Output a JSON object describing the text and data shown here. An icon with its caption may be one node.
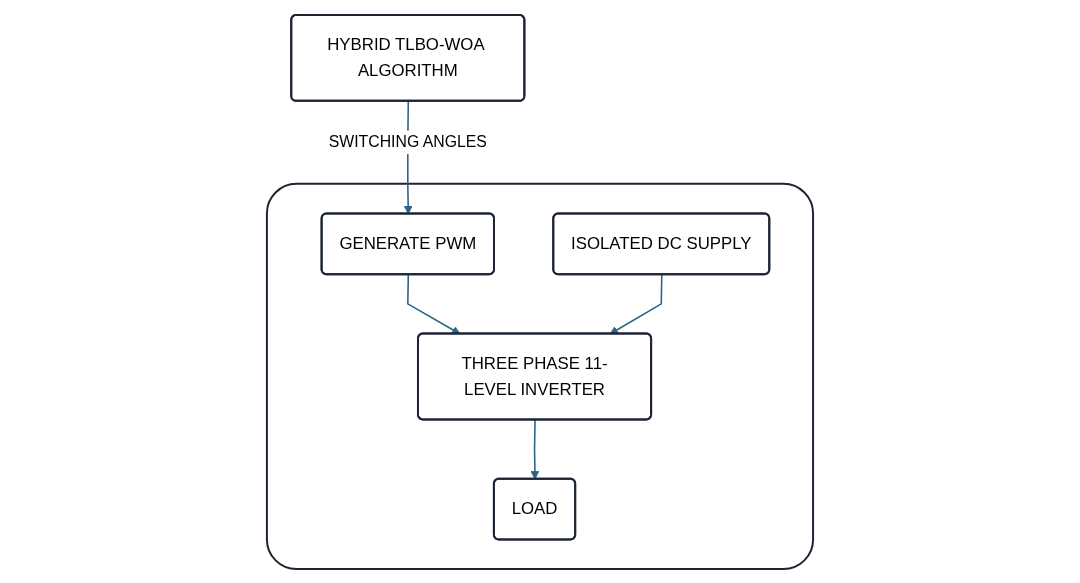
{
  "diagram": {
    "nodes": [
      {
        "text": [
          "HYBRID TLBO-WOA ALGORITHM"
        ]
      },
      {
        "text": [],
        "shape": "box"
      },
      {
        "text": [
          "GENERATE PWM"
        ],
        "in": 1
      },
      {
        "text": [
          "ISOLATED DC SUPPLY"
        ],
        "in": 1
      },
      {
        "text": [
          "THREE PHASE 11-LEVEL INVERTER"
        ],
        "in": 1
      },
      {
        "text": [
          "LOAD"
        ],
        "in": 1
      }
    ],
    "edges": [
      {
        "from": 0,
        "to": 2,
        "arrow": "to",
        "label": "SWITCHING ANGLES"
      },
      {
        "from": 2,
        "to": 4,
        "arrow": "to"
      },
      {
        "from": 3,
        "to": 4,
        "arrow": "to"
      },
      {
        "from": 4,
        "to": 5,
        "arrow": "to"
      }
    ]
  }
}
